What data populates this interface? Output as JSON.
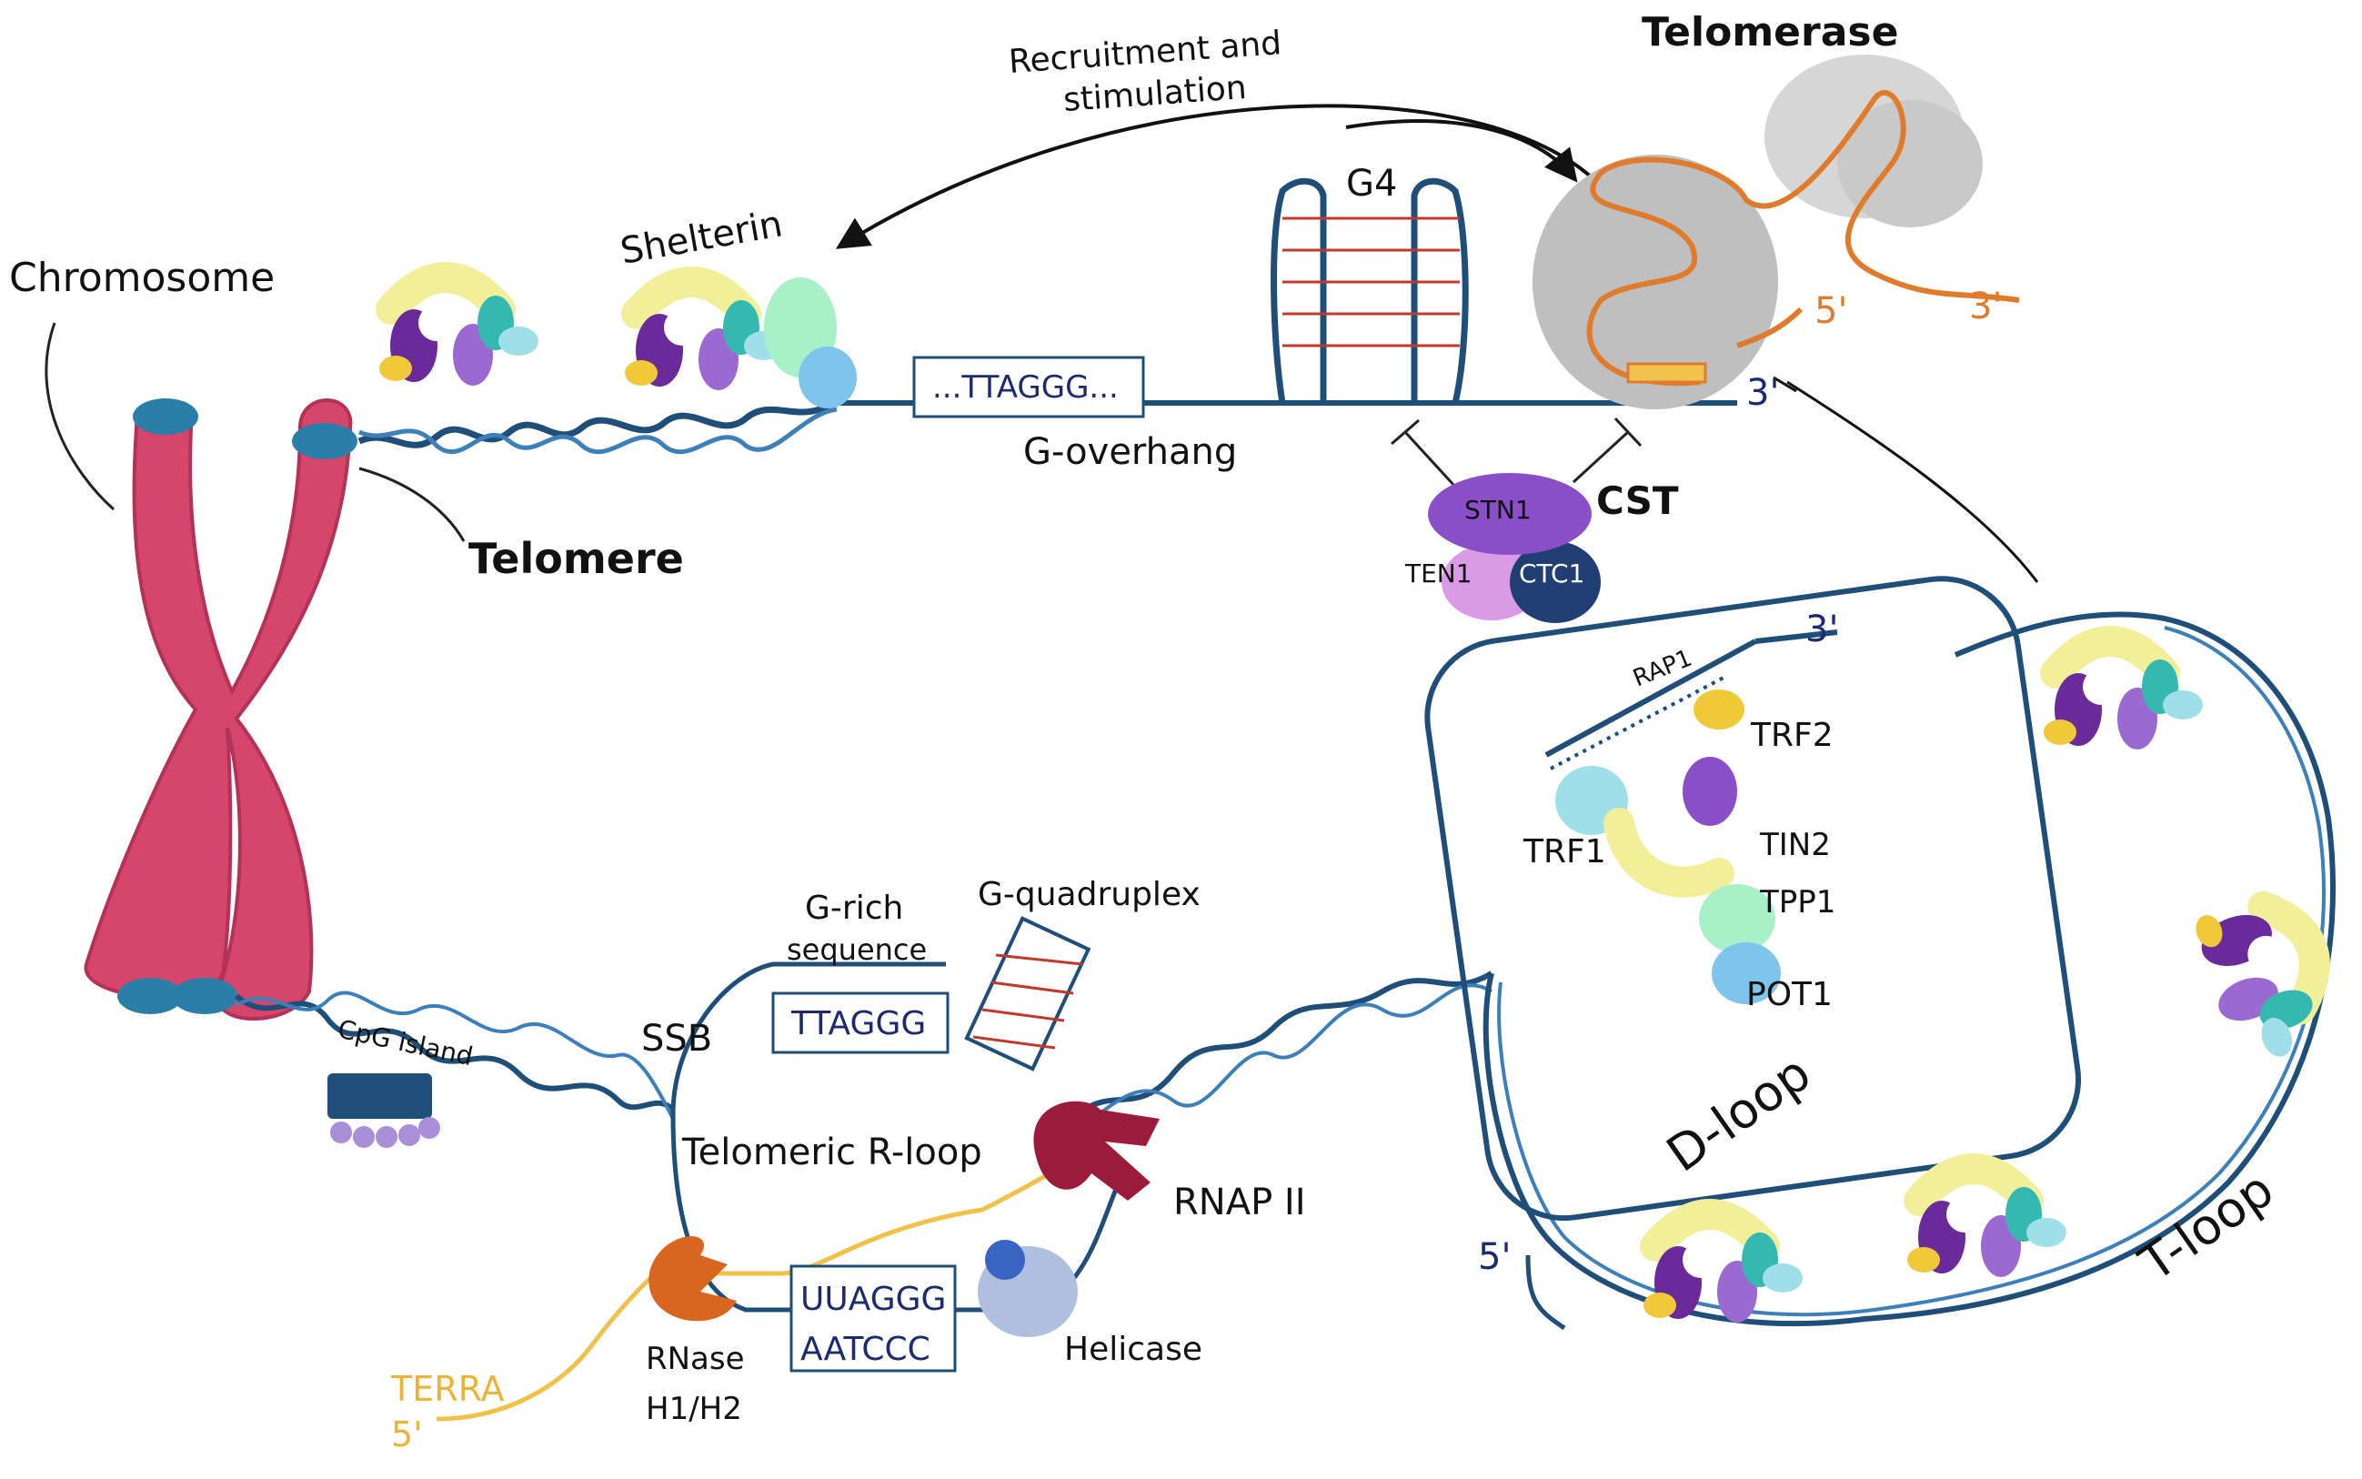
{
  "labels": {
    "chromosome": "Chromosome",
    "telomere": "Telomere",
    "shelterin": "Shelterin",
    "recruitment_line1": "Recruitment and",
    "recruitment_line2": "stimulation",
    "telomerase": "Telomerase",
    "g4": "G4",
    "ttaggg_overhang": "...TTAGGG...",
    "g_overhang": "G-overhang",
    "five_prime_telomerase": "5'",
    "three_prime_rna": "3'",
    "three_prime_overhang": "3'",
    "stn1": "STN1",
    "ten1": "TEN1",
    "ctc1": "CTC1",
    "cst": "CST",
    "rap1": "RAP1",
    "three_prime_tloop": "3'",
    "trf2": "TRF2",
    "trf1": "TRF1",
    "tin2": "TIN2",
    "tpp1": "TPP1",
    "pot1": "POT1",
    "d_loop": "D-loop",
    "t_loop": "T-loop",
    "five_prime_tloop": "5'",
    "cpg_island": "CpG island",
    "g_rich_line1": "G-rich",
    "g_rich_line2": "sequence",
    "g_quadruplex": "G-quadruplex",
    "ssb": "SSB",
    "ttaggg_box": "TTAGGG",
    "telomeric_rloop": "Telomeric R-loop",
    "rnap2": "RNAP II",
    "uuaggg": "UUAGGG",
    "aatccc": "AATCCC",
    "helicase": "Helicase",
    "rnase_line1": "RNase",
    "rnase_line2": "H1/H2",
    "terra": "TERRA",
    "five_prime_terra": "5'"
  },
  "colors": {
    "dna": "#1f4e79",
    "chromosome": "#d6456a",
    "telomere_cap": "#2a7fa8",
    "telomerase_rna": "#e07b2c",
    "telomerase_body": "#c9c9c9",
    "g4_bars": "#c0392b",
    "terra": "#f0c14b",
    "stn1": "#8a4fc7",
    "ten1": "#d99ae6",
    "ctc1": "#1f3f73",
    "rnap2": "#9b1c3a",
    "rnase": "#d9661e",
    "helicase": "#aebfe0",
    "shelterin_yellow": "#f2ef9a",
    "shelterin_purple": "#6a2a9a",
    "shelterin_teal": "#34b8b0",
    "shelterin_cyan": "#9fe0e8",
    "shelterin_gold": "#f0c93a",
    "shelterin_mint": "#a8f0c8",
    "shelterin_blue": "#7fc4ea"
  }
}
